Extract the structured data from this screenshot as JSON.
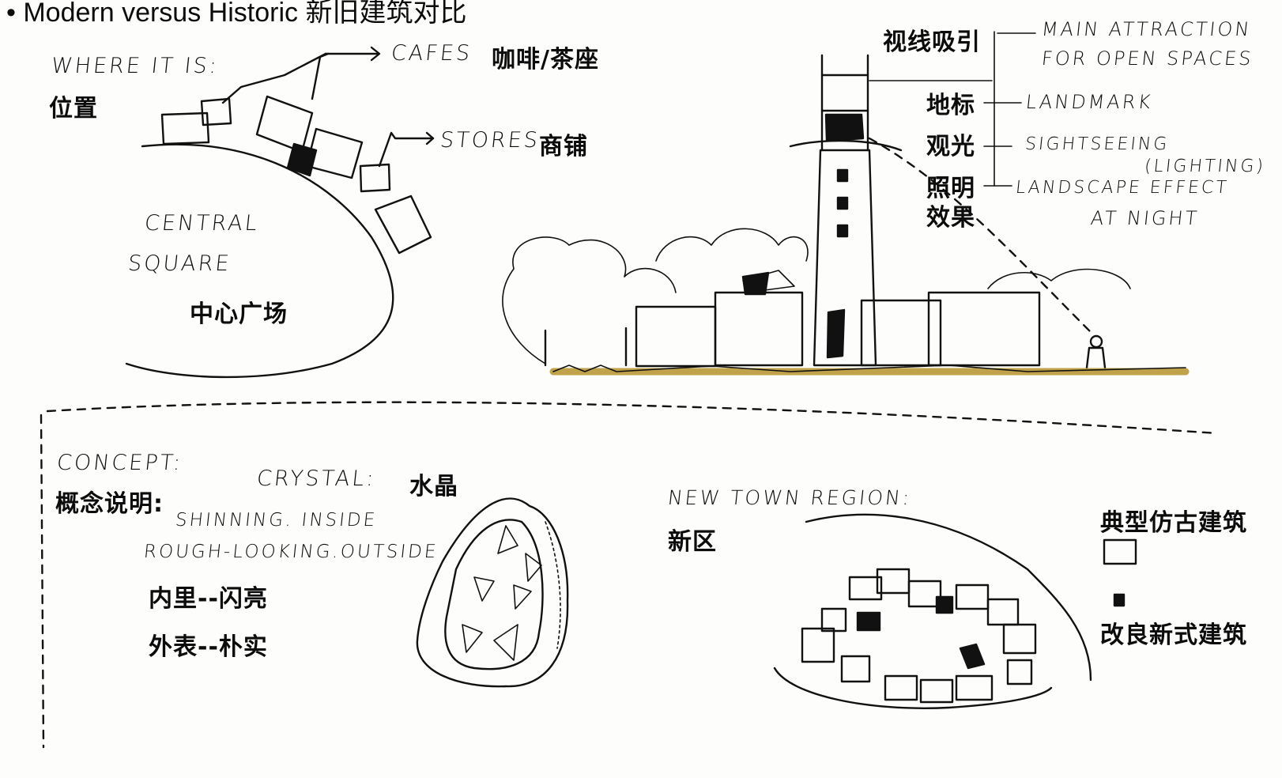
{
  "title": "• Modern versus Historic 新旧建筑对比",
  "location": {
    "heading_en": "WHERE IT IS:",
    "heading_cn": "位置",
    "cafes_en": "CAFES",
    "cafes_cn": "咖啡/茶座",
    "stores_en": "STORES",
    "stores_cn": "商铺",
    "square_en_1": "CENTRAL",
    "square_en_2": "SQUARE",
    "square_cn": "中心广场"
  },
  "tower": {
    "attraction_cn": "视线吸引",
    "attraction_en_1": "MAIN ATTRACTION",
    "attraction_en_2": "FOR OPEN SPACES",
    "landmark_cn": "地标",
    "landmark_en": "LANDMARK",
    "sightseeing_cn": "观光",
    "sightseeing_en": "SIGHTSEEING",
    "lighting_cn_1": "照明",
    "lighting_cn_2": "效果",
    "lighting_en_1": "(LIGHTING)",
    "lighting_en_2": "LANDSCAPE EFFECT",
    "lighting_en_3": "AT NIGHT"
  },
  "concept": {
    "heading_en": "CONCEPT:",
    "heading_cn": "概念说明:",
    "crystal_en": "CRYSTAL:",
    "crystal_cn": "水晶",
    "line1_en": "SHINNING. INSIDE",
    "line2_en": "ROUGH-LOOKING.OUTSIDE",
    "line1_cn": "内里--闪亮",
    "line2_cn": "外表--朴实"
  },
  "newtown": {
    "heading_en": "NEW TOWN REGION:",
    "heading_cn": "新区",
    "legend_historic": "典型仿古建筑",
    "legend_modern": "改良新式建筑"
  },
  "colors": {
    "ink": "#111111",
    "ground": "#b5922a",
    "paper": "#fdfdfb"
  }
}
